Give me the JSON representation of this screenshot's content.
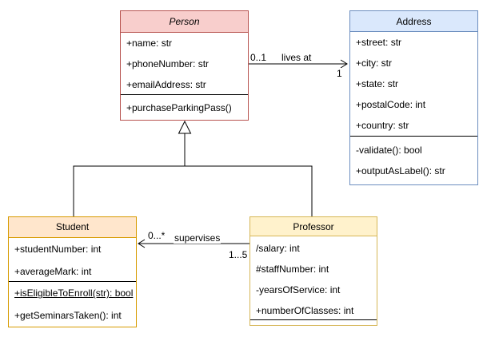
{
  "diagram_type": "uml-class-diagram",
  "classes": {
    "person": {
      "name": "Person",
      "abstract": true,
      "attributes": [
        "+name: str",
        "+phoneNumber: str",
        "+emailAddress: str"
      ],
      "methods": [
        "+purchaseParkingPass()"
      ]
    },
    "address": {
      "name": "Address",
      "attributes": [
        "+street: str",
        "+city: str",
        "+state: str",
        "+postalCode: int",
        "+country: str"
      ],
      "methods": [
        "-validate(): bool",
        "+outputAsLabel(): str"
      ]
    },
    "student": {
      "name": "Student",
      "attributes": [
        "+studentNumber: int",
        "+averageMark: int"
      ],
      "methods": [
        "+isEligibleToEnroll(str): bool",
        "+getSeminarsTaken(): int"
      ]
    },
    "professor": {
      "name": "Professor",
      "attributes": [
        "/salary: int",
        "#staffNumber: int",
        "-yearsOfService: int",
        "+numberOfClasses: int"
      ],
      "methods": []
    }
  },
  "associations": {
    "lives_at": {
      "label": "lives at",
      "from": "Person",
      "to": "Address",
      "multiplicity_near_person": "0..1",
      "multiplicity_near_address": "1"
    },
    "supervises": {
      "label": "supervises",
      "from": "Professor",
      "to": "Student",
      "multiplicity_near_student": "0...*",
      "multiplicity_near_professor": "1...5"
    }
  },
  "generalizations": [
    {
      "child": "Student",
      "parent": "Person"
    },
    {
      "child": "Professor",
      "parent": "Person"
    }
  ],
  "colors": {
    "person_header": "#f8cecc",
    "person_border": "#b85450",
    "address_header": "#dae8fc",
    "address_border": "#6c8ebf",
    "student_header": "#ffe6cc",
    "student_border": "#d79b00",
    "professor_header": "#fff2cc",
    "professor_border": "#d6b656",
    "line": "#000000"
  }
}
